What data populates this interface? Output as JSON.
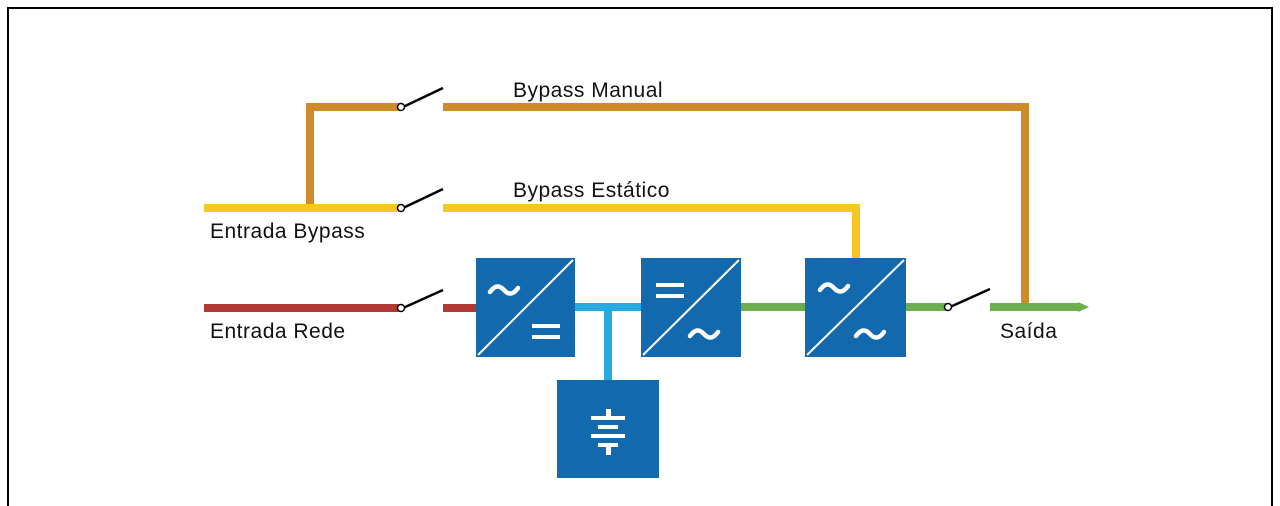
{
  "labels": {
    "bypass_manual": "Bypass Manual",
    "bypass_estatico": "Bypass Estático",
    "entrada_bypass": "Entrada Bypass",
    "entrada_rede": "Entrada Rede",
    "saida": "Saída"
  },
  "blocks": [
    {
      "id": "rectifier",
      "top_symbol": "~",
      "bottom_symbol": "="
    },
    {
      "id": "inverter",
      "top_symbol": "=",
      "bottom_symbol": "~"
    },
    {
      "id": "static-switch",
      "top_symbol": "~",
      "bottom_symbol": "~"
    },
    {
      "id": "battery",
      "symbol": "battery"
    }
  ],
  "colors": {
    "manual_bypass_line": "#CF8B2B",
    "static_bypass_line": "#F6C722",
    "mains_input_line": "#B23A34",
    "dc_bus_line": "#27AAE1",
    "output_line": "#6AAE4D",
    "block_fill": "#1269AD",
    "border": "#000000"
  }
}
